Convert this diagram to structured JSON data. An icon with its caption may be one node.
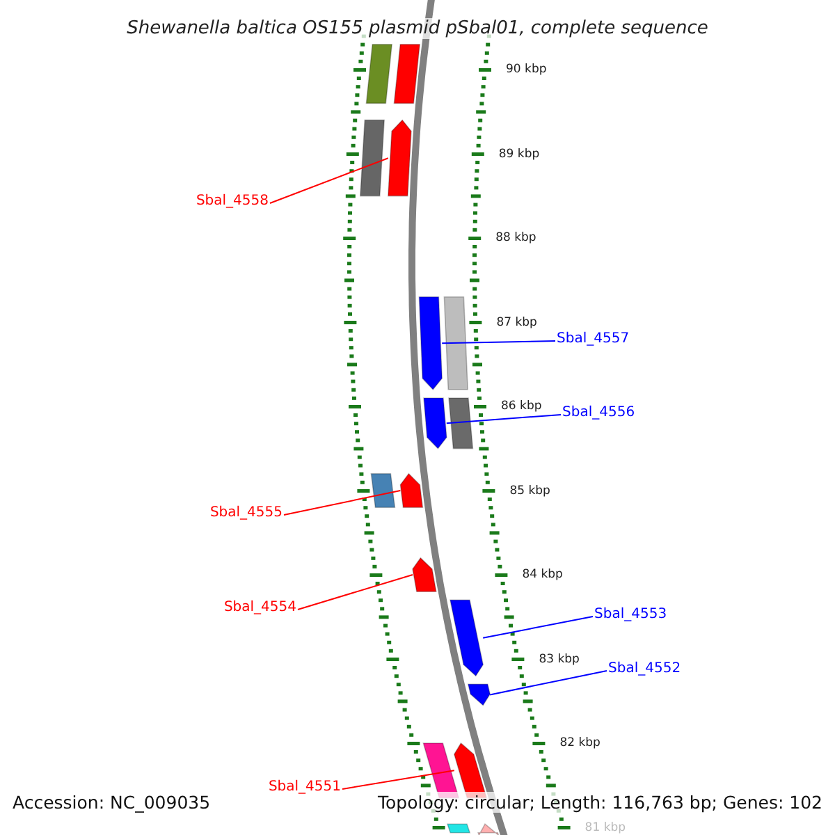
{
  "diagram": {
    "title": "Shewanella baltica OS155 plasmid pSbal01, complete sequence",
    "nodes": [
      {
        "text": [
          "Sbal_4558"
        ]
      },
      {
        "text": [
          "Sbal_4557"
        ]
      },
      {
        "text": [
          "Sbal_4556"
        ]
      },
      {
        "text": [
          "Sbal_4555"
        ]
      },
      {
        "text": [
          "Sbal_4554"
        ]
      },
      {
        "text": [
          "Sbal_4553"
        ]
      },
      {
        "text": [
          "Sbal_4552"
        ]
      },
      {
        "text": [
          "Sbal_4551"
        ]
      },
      {
        "text": [],
        "shape": "box"
      },
      {
        "text": [],
        "shape": "box"
      },
      {
        "text": [],
        "shape": "box"
      },
      {
        "text": [],
        "shape": "arrow"
      },
      {
        "text": [],
        "shape": "arrow"
      },
      {
        "text": [],
        "shape": "box"
      },
      {
        "text": [],
        "shape": "arrow"
      },
      {
        "text": [],
        "shape": "box"
      },
      {
        "text": [],
        "shape": "box"
      },
      {
        "text": [],
        "shape": "arrow"
      },
      {
        "text": [],
        "shape": "arrow"
      },
      {
        "text": [],
        "shape": "arrow"
      },
      {
        "text": [],
        "shape": "arrow"
      },
      {
        "text": [],
        "shape": "box"
      },
      {
        "text": [],
        "shape": "arrow"
      },
      {
        "text": [],
        "shape": "box"
      },
      {
        "text": [],
        "shape": "arrow"
      }
    ],
    "edges": [
      {
        "from": 0,
        "to": 11,
        "arrow": "none",
        "color": "#ff0000"
      },
      {
        "from": 1,
        "to": 12,
        "arrow": "none",
        "color": "#0000ff"
      },
      {
        "from": 2,
        "to": 14,
        "arrow": "none",
        "color": "#0000ff"
      },
      {
        "from": 3,
        "to": 17,
        "arrow": "none",
        "color": "#ff0000"
      },
      {
        "from": 4,
        "to": 18,
        "arrow": "none",
        "color": "#ff0000"
      },
      {
        "from": 5,
        "to": 19,
        "arrow": "none",
        "color": "#0000ff"
      },
      {
        "from": 6,
        "to": 20,
        "arrow": "none",
        "color": "#0000ff"
      },
      {
        "from": 7,
        "to": 22,
        "arrow": "none",
        "color": "#ff0000"
      }
    ],
    "labels": [
      "90 kbp",
      "89 kbp",
      "88 kbp",
      "87 kbp",
      "86 kbp",
      "85 kbp",
      "84 kbp",
      "83 kbp",
      "82 kbp",
      "81 kbp",
      "Accession: NC_009035",
      "Topology: circular; Length: 116,763 bp; Genes: 102"
    ]
  }
}
